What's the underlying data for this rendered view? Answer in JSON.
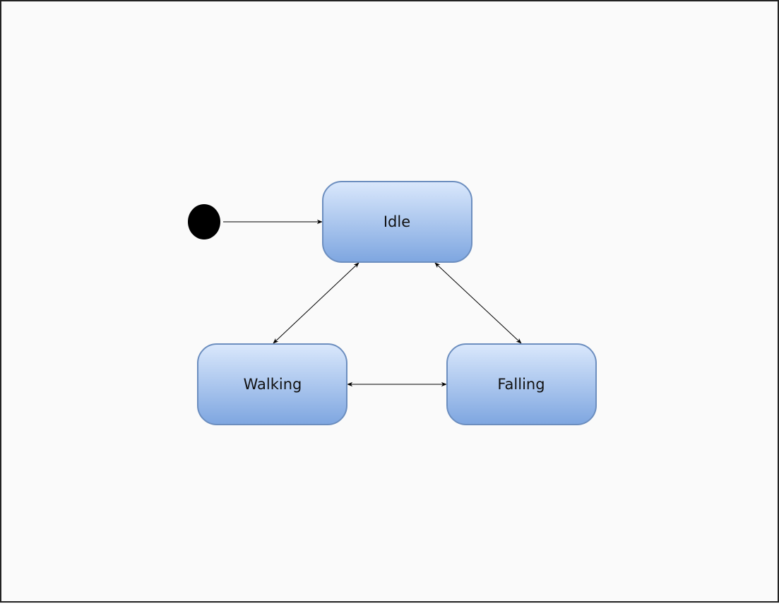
{
  "diagram": {
    "initial": {
      "name": "initial-state"
    },
    "states": [
      {
        "id": "idle",
        "label": "Idle"
      },
      {
        "id": "walking",
        "label": "Walking"
      },
      {
        "id": "falling",
        "label": "Falling"
      }
    ],
    "transitions": [
      {
        "from": "initial",
        "to": "idle",
        "bidirectional": false
      },
      {
        "from": "idle",
        "to": "walking",
        "bidirectional": true
      },
      {
        "from": "idle",
        "to": "falling",
        "bidirectional": true
      },
      {
        "from": "walking",
        "to": "falling",
        "bidirectional": true
      }
    ],
    "colors": {
      "state_fill_top": "#dae8fc",
      "state_fill_bottom": "#7ea6e0",
      "state_stroke": "#6c8ebf",
      "edge": "#000000",
      "initial_fill": "#000000",
      "background": "#fafafa"
    }
  }
}
